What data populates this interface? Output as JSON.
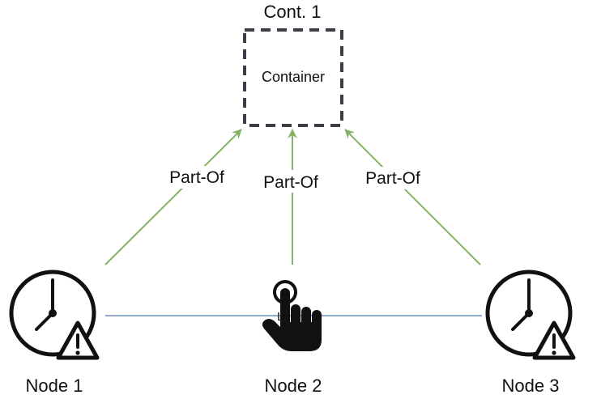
{
  "container": {
    "title": "Cont. 1",
    "label": "Container"
  },
  "edges": {
    "part_of_1": "Part-Of",
    "part_of_2": "Part-Of",
    "part_of_3": "Part-Of",
    "link_label": "Li"
  },
  "nodes": [
    {
      "label": "Node 1",
      "icon": "clock-warning-icon"
    },
    {
      "label": "Node 2",
      "icon": "pointing-hand-icon"
    },
    {
      "label": "Node 3",
      "icon": "clock-warning-icon"
    }
  ],
  "colors": {
    "part_of_edge": "#82b366",
    "link_edge": "#6c8ebf",
    "container_border": "#3a3f47"
  }
}
